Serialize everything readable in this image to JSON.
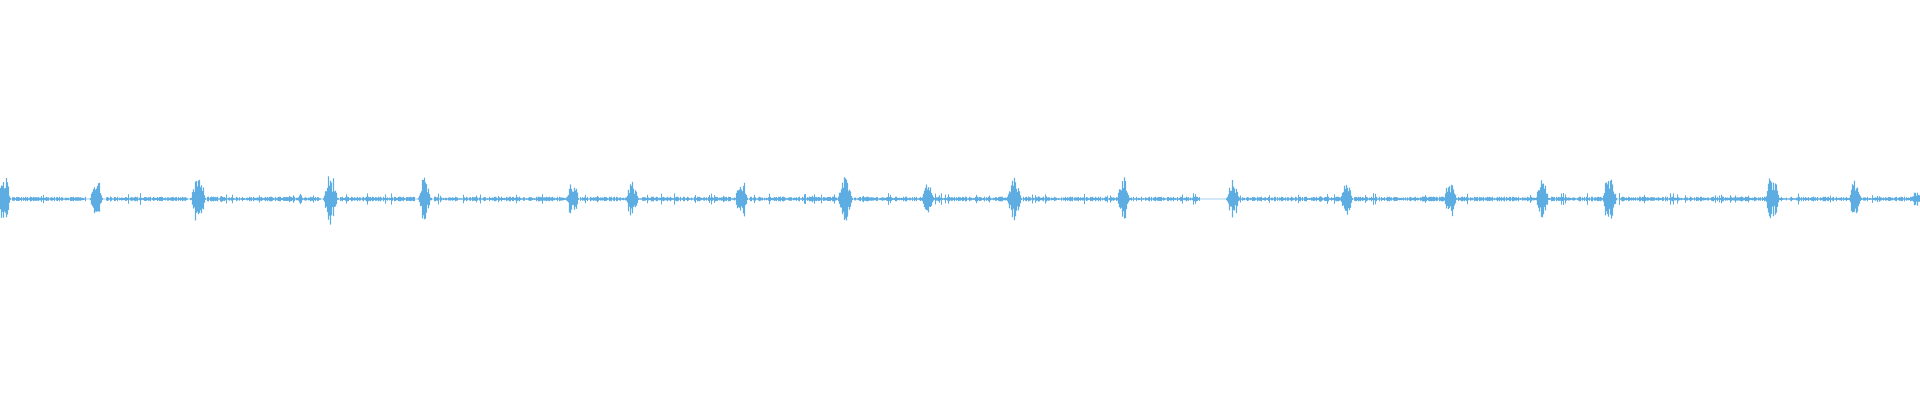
{
  "waveform": {
    "color": "#5dade2",
    "bursts": [
      {
        "t": 0.002,
        "amp": 0.95,
        "width": 0.004
      },
      {
        "t": 0.05,
        "amp": 0.85,
        "width": 0.004
      },
      {
        "t": 0.103,
        "amp": 1.0,
        "width": 0.005
      },
      {
        "t": 0.172,
        "amp": 0.95,
        "width": 0.005
      },
      {
        "t": 0.221,
        "amp": 0.95,
        "width": 0.004
      },
      {
        "t": 0.298,
        "amp": 0.7,
        "width": 0.004
      },
      {
        "t": 0.329,
        "amp": 0.75,
        "width": 0.004
      },
      {
        "t": 0.386,
        "amp": 0.85,
        "width": 0.004
      },
      {
        "t": 0.44,
        "amp": 1.0,
        "width": 0.005
      },
      {
        "t": 0.483,
        "amp": 0.6,
        "width": 0.004
      },
      {
        "t": 0.528,
        "amp": 1.0,
        "width": 0.005
      },
      {
        "t": 0.585,
        "amp": 0.95,
        "width": 0.004
      },
      {
        "t": 0.642,
        "amp": 0.85,
        "width": 0.004
      },
      {
        "t": 0.701,
        "amp": 0.85,
        "width": 0.004
      },
      {
        "t": 0.755,
        "amp": 0.85,
        "width": 0.004
      },
      {
        "t": 0.803,
        "amp": 0.9,
        "width": 0.004
      },
      {
        "t": 0.838,
        "amp": 1.0,
        "width": 0.005
      },
      {
        "t": 0.923,
        "amp": 1.0,
        "width": 0.005
      },
      {
        "t": 0.966,
        "amp": 0.75,
        "width": 0.004
      },
      {
        "t": 0.998,
        "amp": 0.3,
        "width": 0.003
      }
    ],
    "noise_segments": [
      [
        0.006,
        0.045
      ],
      [
        0.055,
        0.098
      ],
      [
        0.108,
        0.167
      ],
      [
        0.177,
        0.216
      ],
      [
        0.226,
        0.296
      ],
      [
        0.302,
        0.326
      ],
      [
        0.333,
        0.383
      ],
      [
        0.39,
        0.437
      ],
      [
        0.445,
        0.48
      ],
      [
        0.487,
        0.525
      ],
      [
        0.533,
        0.625
      ],
      [
        0.64,
        0.7
      ],
      [
        0.705,
        0.752
      ],
      [
        0.759,
        0.8
      ],
      [
        0.807,
        0.835
      ],
      [
        0.843,
        0.92
      ],
      [
        0.927,
        0.963
      ],
      [
        0.97,
        0.996
      ]
    ]
  }
}
